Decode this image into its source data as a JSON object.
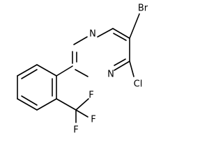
{
  "molecule": {
    "atoms": {
      "br": "Br",
      "cl": "Cl",
      "n1": "N",
      "n3": "N",
      "f1": "F",
      "f2": "F",
      "f3": "F"
    }
  }
}
